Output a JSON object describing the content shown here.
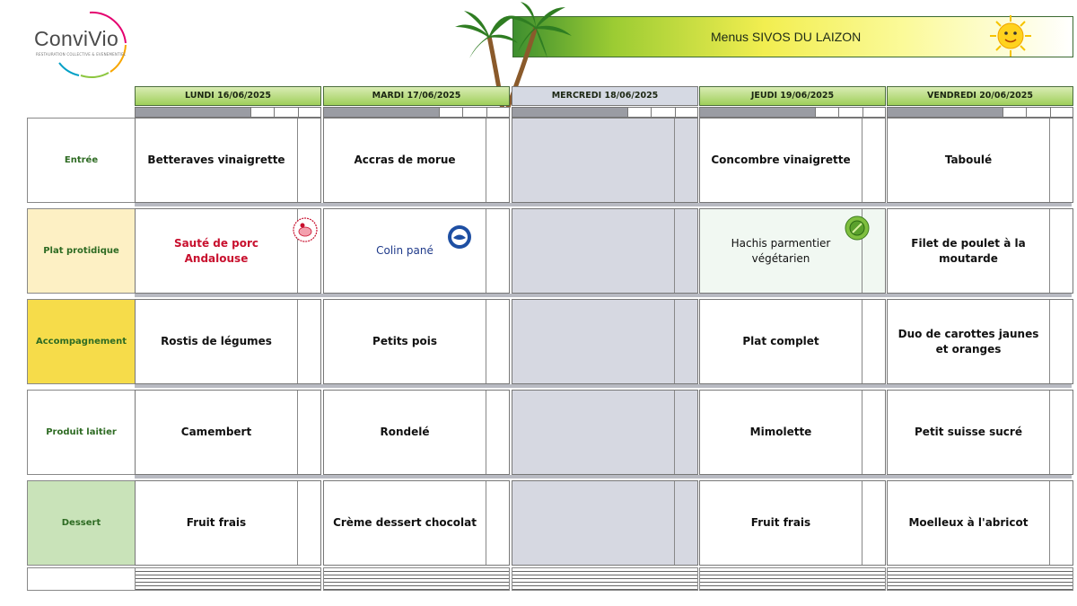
{
  "brand": {
    "logo_text": "ConviVio",
    "logo_tagline": "RESTAURATION COLLECTIVE & EVENEMENTIEL"
  },
  "title": "Menus SIVOS DU LAIZON",
  "days": [
    {
      "label": "LUNDI 16/06/2025",
      "closed": false
    },
    {
      "label": "MARDI 17/06/2025",
      "closed": false
    },
    {
      "label": "MERCREDI 18/06/2025",
      "closed": true
    },
    {
      "label": "JEUDI 19/06/2025",
      "closed": false
    },
    {
      "label": "VENDREDI 20/06/2025",
      "closed": false
    }
  ],
  "courses": [
    {
      "label": "Entrée",
      "bg": "#ffffff"
    },
    {
      "label": "Plat protidique",
      "bg": "#fdf0c4"
    },
    {
      "label": "Accompagnement",
      "bg": "#f6dc4a"
    },
    {
      "label": "Produit laitier",
      "bg": "#ffffff"
    },
    {
      "label": "Dessert",
      "bg": "#c9e3b9"
    }
  ],
  "menu": [
    [
      "Betteraves vinaigrette",
      "Accras de morue",
      "",
      "Concombre vinaigrette",
      "Taboulé"
    ],
    [
      "Sauté de porc Andalouse",
      "Colin pané",
      "",
      "Hachis parmentier végétarien",
      "Filet de poulet à la moutarde"
    ],
    [
      "Rostis de légumes",
      "Petits pois",
      "",
      "Plat complet",
      "Duo de carottes jaunes et oranges"
    ],
    [
      "Camembert",
      "Rondelé",
      "",
      "Mimolette",
      "Petit suisse sucré"
    ],
    [
      "Fruit frais",
      "Crème dessert chocolat",
      "",
      "Fruit frais",
      "Moelleux à l'abricot"
    ]
  ],
  "special_colors": {
    "pork_red": "#c8102e",
    "fish_blue": "#1f3a8a"
  },
  "icons": {
    "pork": "pork-label-icon",
    "fish": "msc-fish-label-icon",
    "veggie": "vegetarian-label-icon",
    "sun": "sun-icon",
    "palms": "palm-trees-icon"
  }
}
